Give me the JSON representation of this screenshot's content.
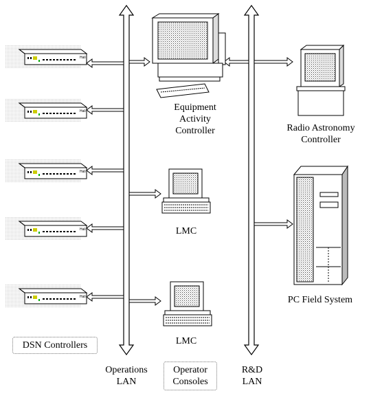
{
  "labels": {
    "eac": [
      "Equipment",
      "Activity",
      "Controller"
    ],
    "radio": [
      "Radio Astronomy",
      "Controller"
    ],
    "lmc1": "LMC",
    "lmc2": "LMC",
    "pcfs": "PC Field System",
    "dsn": "DSN Controllers",
    "ops_lan": [
      "Operations",
      "LAN"
    ],
    "consoles": [
      "Operator",
      "Consoles"
    ],
    "rd_lan": [
      "R&D",
      "LAN"
    ]
  }
}
